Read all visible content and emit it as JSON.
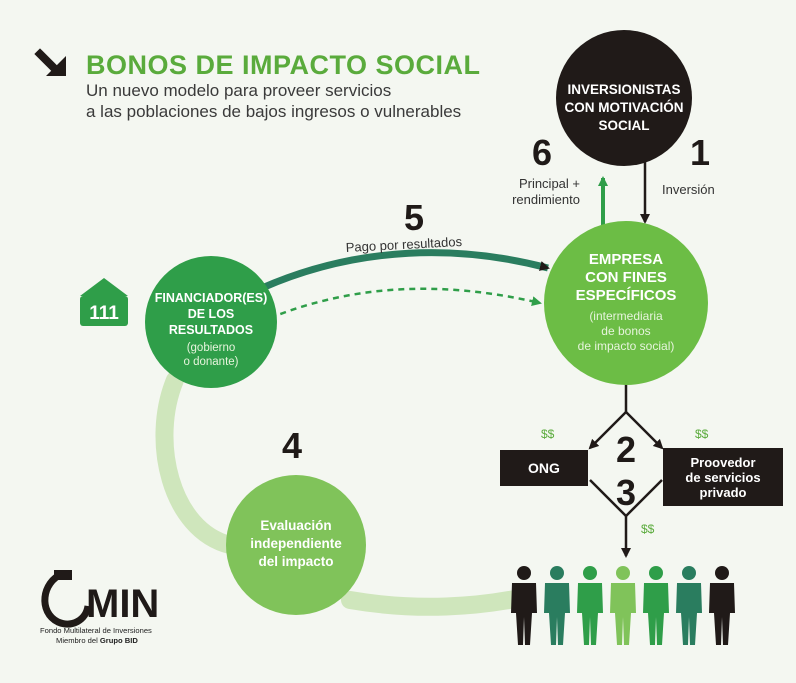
{
  "header": {
    "title": "BONOS DE IMPACTO SOCIAL",
    "subtitle_line1": "Un nuevo modelo para proveer servicios",
    "subtitle_line2": "a las poblaciones de bajos ingresos o vulnerables"
  },
  "nodes": {
    "investors": {
      "lines": [
        "INVERSIONISTAS",
        "CON MOTIVACIÓN",
        "SOCIAL"
      ],
      "color": "#201a18"
    },
    "company": {
      "title_lines": [
        "EMPRESA",
        "CON FINES",
        "ESPECÍFICOS"
      ],
      "detail_lines": [
        "(intermediaria",
        "de bonos",
        "de impacto social)"
      ],
      "color": "#6cbd45"
    },
    "funder": {
      "title_lines": [
        "FINANCIADOR(ES)",
        "DE LOS",
        "RESULTADOS"
      ],
      "detail_lines": [
        "(gobierno",
        "o donante)"
      ],
      "color": "#2f9e49"
    },
    "evaluation": {
      "lines": [
        "Evaluación",
        "independiente",
        "del impacto"
      ],
      "color": "#80c35a"
    },
    "ong": {
      "label": "ONG"
    },
    "provider": {
      "lines": [
        "Proovedor",
        "de servicios",
        "privado"
      ]
    }
  },
  "steps": {
    "s1": "1",
    "s2": "2",
    "s3": "3",
    "s4": "4",
    "s5": "5",
    "s6": "6"
  },
  "labels": {
    "investment": "Inversión",
    "principal_line1": "Principal +",
    "principal_line2": "rendimiento",
    "payment": "Pago por resultados",
    "money": "$$"
  },
  "building_icon": {
    "number": "111",
    "color": "#2f9e49"
  },
  "people": {
    "colors": [
      "#201a18",
      "#2a7d5f",
      "#2f9e49",
      "#80c35a",
      "#2f9e49",
      "#2a7d5f",
      "#201a18"
    ]
  },
  "logo": {
    "brand": "MIN",
    "line1": "Fondo Multilateral de Inversiones",
    "line2_prefix": "Miembro del ",
    "line2_bold": "Grupo BID"
  },
  "colors": {
    "dark": "#201a18",
    "green_dark": "#2f9e49",
    "green_mid": "#6cbd45",
    "green_light": "#80c35a",
    "teal": "#2a7d5f",
    "pale_loop": "#cfe6bc",
    "background": "#f4f7f1"
  }
}
